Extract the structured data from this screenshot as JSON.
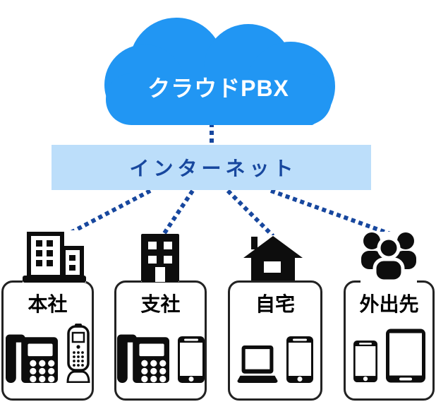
{
  "cloud": {
    "label": "クラウドPBX",
    "icon": "cloud-icon"
  },
  "internet": {
    "label": "インターネット"
  },
  "colors": {
    "cloud_blue": "#2196f3",
    "internet_bg": "#bcdefa",
    "connector_navy": "#17479e",
    "icon_black": "#0d0d0d",
    "box_border": "#222222"
  },
  "connectors": {
    "style": "dotted",
    "links": [
      "cloud-to-internet",
      "internet-to-honsha",
      "internet-to-shisha",
      "internet-to-jitaku",
      "internet-to-gaishutsusaki"
    ]
  },
  "locations": [
    {
      "label": "本社",
      "site_icon": "office-buildings-icon",
      "devices": [
        "desk-phone-icon",
        "cordless-phone-icon"
      ]
    },
    {
      "label": "支社",
      "site_icon": "office-building-icon",
      "devices": [
        "desk-phone-icon",
        "smartphone-icon"
      ]
    },
    {
      "label": "自宅",
      "site_icon": "house-icon",
      "devices": [
        "laptop-icon",
        "smartphone-icon"
      ]
    },
    {
      "label": "外出先",
      "site_icon": "people-group-icon",
      "devices": [
        "smartphone-icon",
        "tablet-icon"
      ]
    }
  ]
}
